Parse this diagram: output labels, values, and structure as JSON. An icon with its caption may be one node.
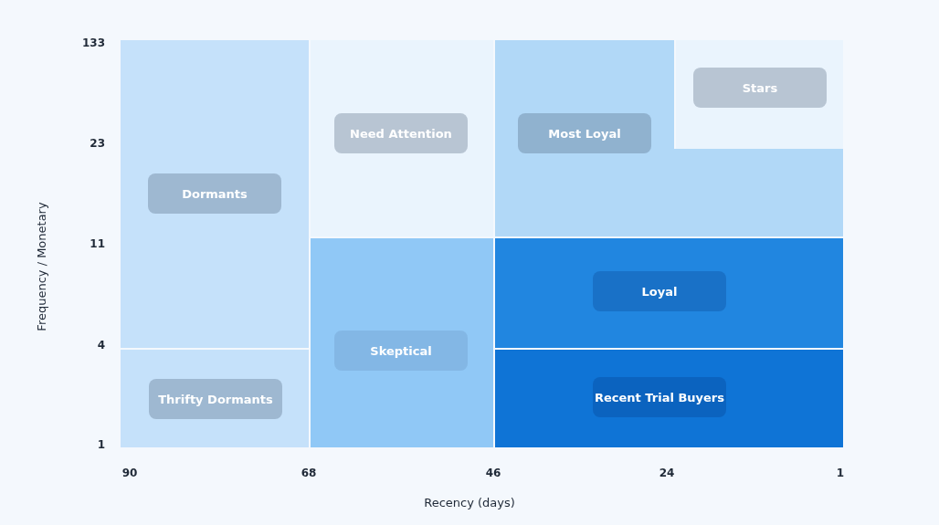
{
  "diagram": {
    "nodes": [
      {
        "text": [
          "Dormants"
        ]
      },
      {
        "text": [
          "Thrifty Dormants"
        ]
      },
      {
        "text": [
          "Need Attention"
        ]
      },
      {
        "text": [
          "Skeptical"
        ]
      },
      {
        "text": [
          "Most Loyal"
        ]
      },
      {
        "text": [
          "Stars"
        ]
      },
      {
        "text": [
          "Loyal"
        ]
      },
      {
        "text": [
          "Recent Trial Buyers"
        ]
      }
    ],
    "edges": [],
    "labels": [
      "133",
      "23",
      "11",
      "4",
      "1",
      "90",
      "68",
      "46",
      "24",
      "1",
      "Frequency / Monetary",
      "Recency (days)"
    ]
  }
}
